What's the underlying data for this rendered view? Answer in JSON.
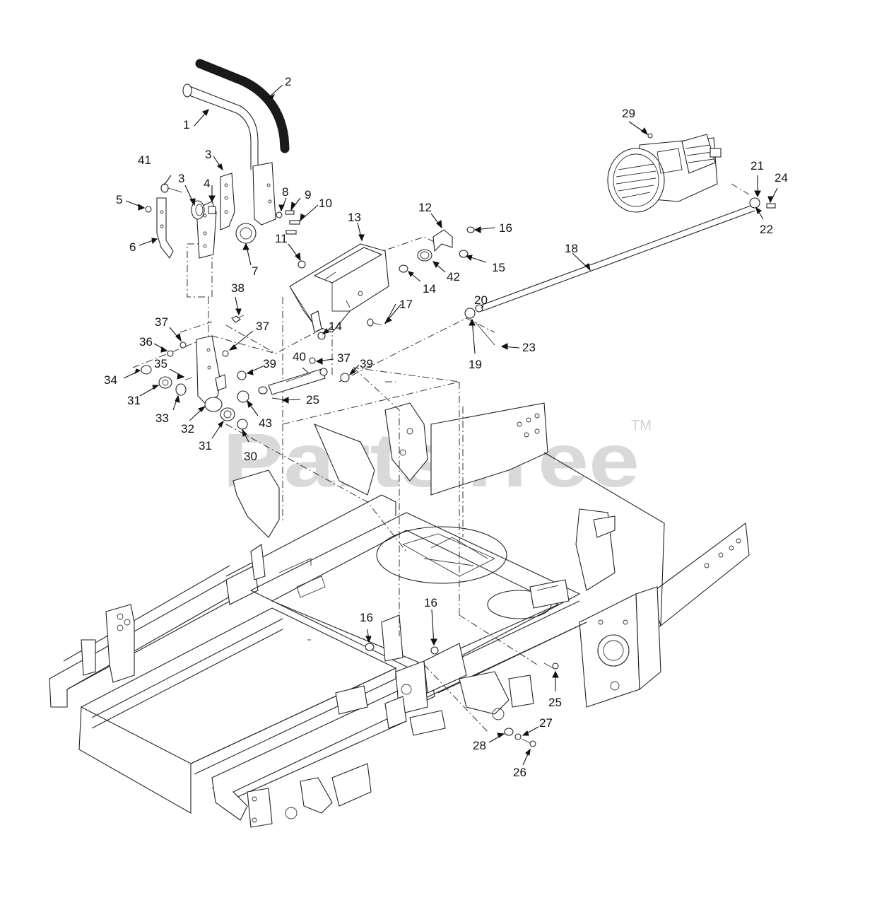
{
  "watermark": {
    "brand": "PartsTree",
    "tm": "TM"
  },
  "callouts": [
    "1",
    "2",
    "3",
    "3",
    "4",
    "5",
    "6",
    "7",
    "8",
    "9",
    "10",
    "11",
    "12",
    "13",
    "14",
    "14",
    "15",
    "16",
    "16",
    "16",
    "17",
    "18",
    "19",
    "20",
    "21",
    "22",
    "23",
    "24",
    "25",
    "25",
    "26",
    "27",
    "28",
    "29",
    "30",
    "31",
    "31",
    "32",
    "33",
    "34",
    "35",
    "36",
    "37",
    "37",
    "37",
    "38",
    "39",
    "39",
    "40",
    "41",
    "42",
    "43"
  ],
  "colors": {
    "ink": "#222222",
    "watermark": "#d9d9d9",
    "background": "#ffffff",
    "grip": "#1a1a1a"
  }
}
